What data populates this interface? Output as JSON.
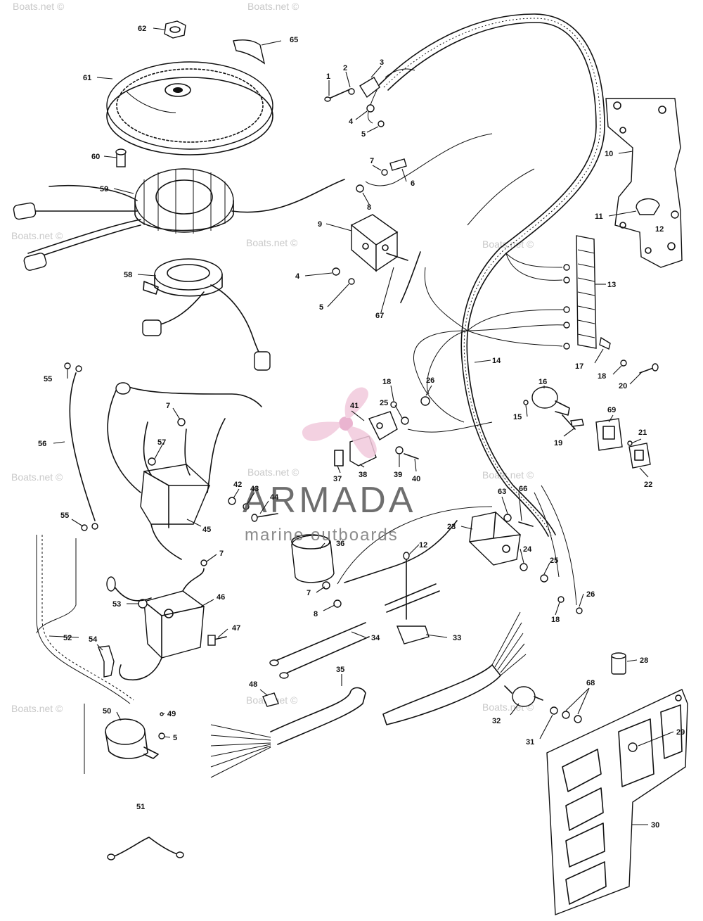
{
  "watermark": {
    "text": "Boats.net ©"
  },
  "brand": {
    "name": "ARMADA",
    "tagline": "marine outboards",
    "logo_color": "#e7a7c8"
  },
  "labels": {
    "p1": "1",
    "p2": "2",
    "p3": "3",
    "p4": "4",
    "p5": "5",
    "p6": "6",
    "p7": "7",
    "p8": "8",
    "p9": "9",
    "p10": "10",
    "p11": "11",
    "p12": "12",
    "p13": "13",
    "p14": "14",
    "p15": "15",
    "p16": "16",
    "p17": "17",
    "p18": "18",
    "p19": "19",
    "p20": "20",
    "p21": "21",
    "p22": "22",
    "p23": "23",
    "p24": "24",
    "p25": "25",
    "p26": "26",
    "p28": "28",
    "p29": "29",
    "p30": "30",
    "p31": "31",
    "p32": "32",
    "p33": "33",
    "p34": "34",
    "p35": "35",
    "p36": "36",
    "p37": "37",
    "p38": "38",
    "p39": "39",
    "p40": "40",
    "p41": "41",
    "p42": "42",
    "p43": "43",
    "p44": "44",
    "p45": "45",
    "p46": "46",
    "p47": "47",
    "p48": "48",
    "p49": "49",
    "p50": "50",
    "p51": "51",
    "p52": "52",
    "p53": "53",
    "p54": "54",
    "p55": "55",
    "p56": "56",
    "p57": "57",
    "p58": "58",
    "p59": "59",
    "p60": "60",
    "p61": "61",
    "p62": "62",
    "p63": "63",
    "p65": "65",
    "p66": "66",
    "p67": "67",
    "p68": "68",
    "p69": "69"
  }
}
